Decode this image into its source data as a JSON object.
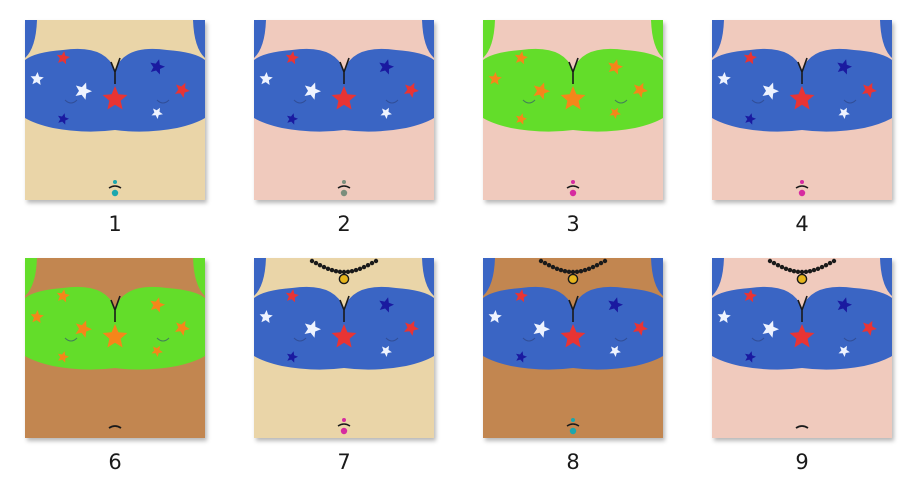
{
  "palette": {
    "bikini_blue": "#3a65c4",
    "bikini_green": "#63dd2a",
    "star_red": "#e83434",
    "star_white": "#eef3ff",
    "star_navy": "#1a1aa0",
    "star_orange": "#f5861a",
    "skin_cream": "#ead5a8",
    "skin_pink": "#f0cabd",
    "skin_tan": "#c28650",
    "piercing_teal": "#1ba7ae",
    "piercing_gray": "#7c8e7c",
    "piercing_magenta": "#d62ba0",
    "necklace_bead": "#1a1a1a",
    "pendant_gold": "#e6b51d"
  },
  "thumbnails": [
    {
      "label": "1",
      "skin": "skin_cream",
      "bikini": "bikini_blue",
      "piercing": "piercing_teal",
      "navel": "ring",
      "necklace": false
    },
    {
      "label": "2",
      "skin": "skin_pink",
      "bikini": "bikini_blue",
      "piercing": "piercing_gray",
      "navel": "ring",
      "necklace": false
    },
    {
      "label": "3",
      "skin": "skin_pink",
      "bikini": "bikini_green",
      "piercing": "piercing_magenta",
      "navel": "ring",
      "necklace": false
    },
    {
      "label": "4",
      "skin": "skin_pink",
      "bikini": "bikini_blue",
      "piercing": "piercing_magenta",
      "navel": "ring",
      "necklace": false
    },
    {
      "label": "6",
      "skin": "skin_tan",
      "bikini": "bikini_green",
      "piercing": "",
      "navel": "plain",
      "necklace": false
    },
    {
      "label": "7",
      "skin": "skin_cream",
      "bikini": "bikini_blue",
      "piercing": "piercing_magenta",
      "navel": "ring",
      "necklace": true
    },
    {
      "label": "8",
      "skin": "skin_tan",
      "bikini": "bikini_blue",
      "piercing": "piercing_teal",
      "navel": "ring",
      "necklace": true
    },
    {
      "label": "9",
      "skin": "skin_pink",
      "bikini": "bikini_blue",
      "piercing": "",
      "navel": "plain",
      "necklace": true
    }
  ]
}
